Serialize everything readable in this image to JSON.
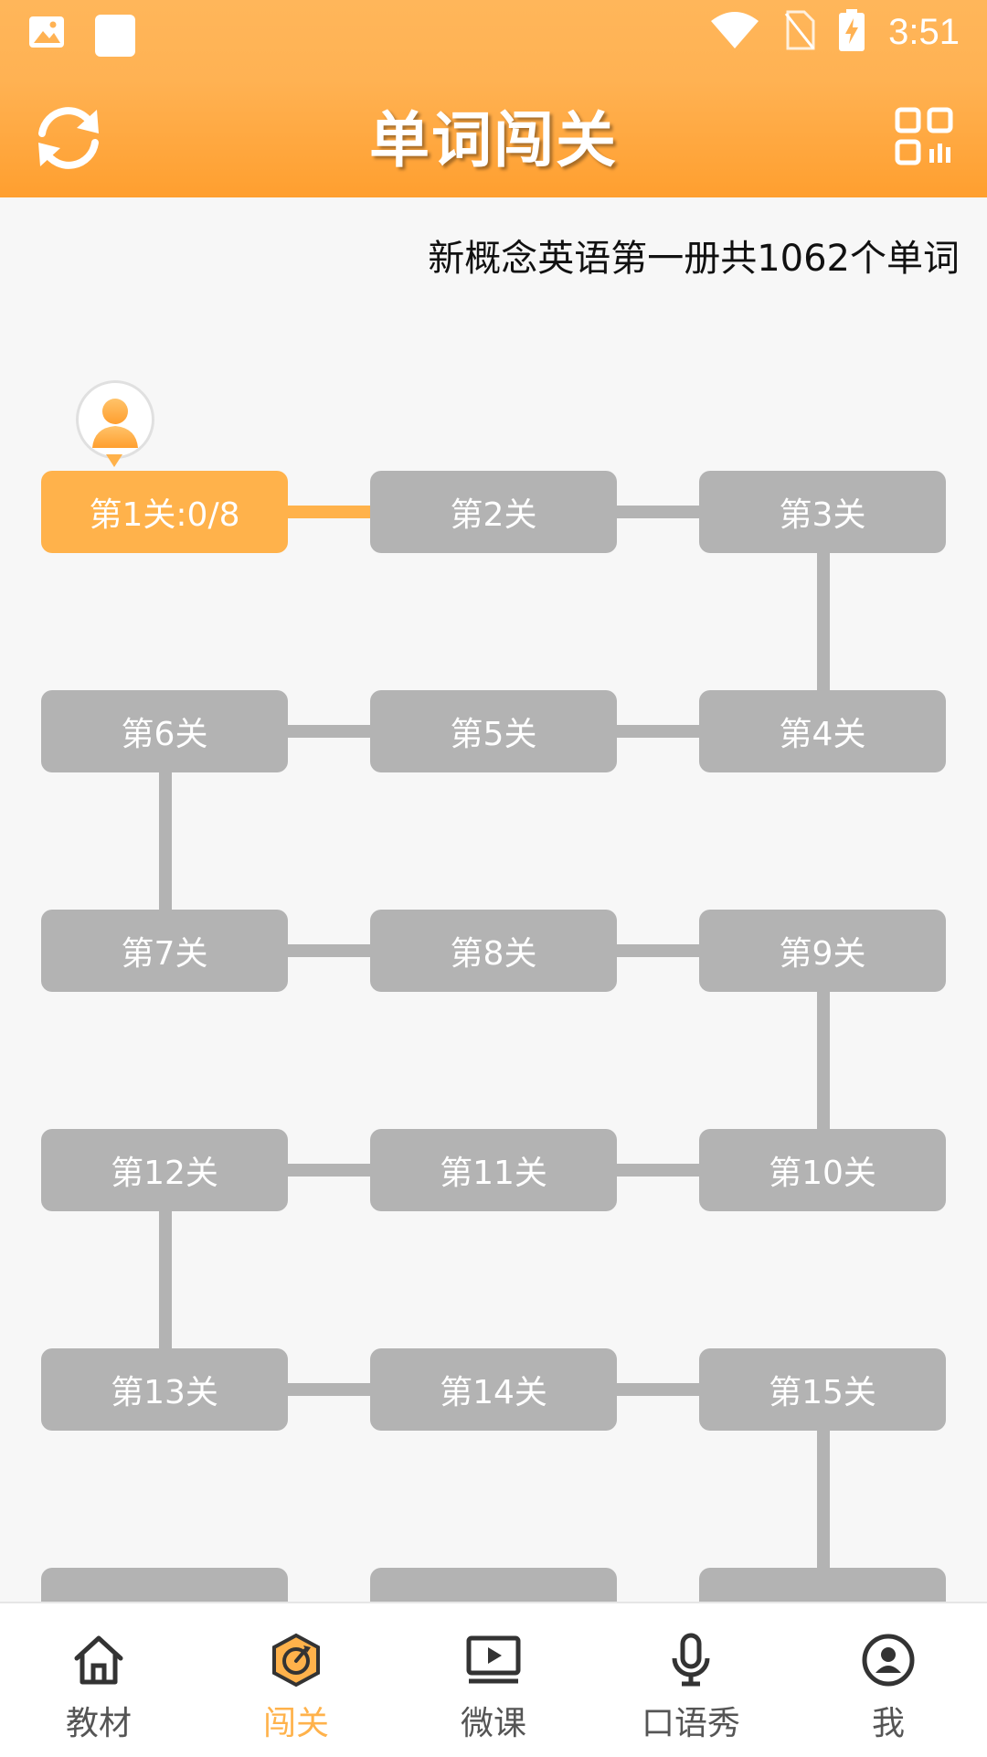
{
  "header": {
    "title": "单词闯关",
    "clock": "3:51"
  },
  "summary": "新概念英语第一册共1062个单词",
  "levels": [
    {
      "label": "第1关:0/8"
    },
    {
      "label": "第2关"
    },
    {
      "label": "第3关"
    },
    {
      "label": "第4关"
    },
    {
      "label": "第5关"
    },
    {
      "label": "第6关"
    },
    {
      "label": "第7关"
    },
    {
      "label": "第8关"
    },
    {
      "label": "第9关"
    },
    {
      "label": "第10关"
    },
    {
      "label": "第11关"
    },
    {
      "label": "第12关"
    },
    {
      "label": "第13关"
    },
    {
      "label": "第14关"
    },
    {
      "label": "第15关"
    }
  ],
  "tabs": [
    {
      "label": "教材",
      "icon": "home-icon"
    },
    {
      "label": "闯关",
      "icon": "challenge-icon"
    },
    {
      "label": "微课",
      "icon": "video-icon"
    },
    {
      "label": "口语秀",
      "icon": "microphone-icon"
    },
    {
      "label": "我",
      "icon": "profile-icon"
    }
  ],
  "colors": {
    "accent": "#ffb24b",
    "level_locked": "#b3b3b3",
    "header_top": "#ffb65a",
    "header_bottom": "#ff9f2f"
  }
}
